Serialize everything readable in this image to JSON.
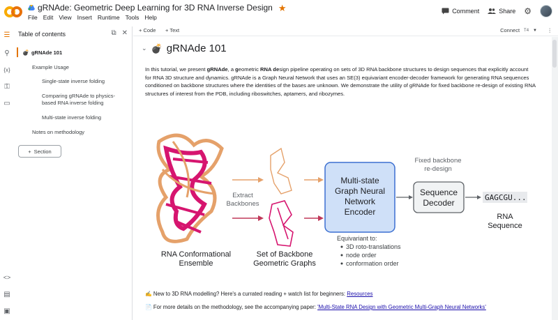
{
  "header": {
    "doc_title": "gRNAde: Geometric Deep Learning for 3D RNA Inverse Design",
    "menu": [
      "File",
      "Edit",
      "View",
      "Insert",
      "Runtime",
      "Tools",
      "Help"
    ],
    "comment_label": "Comment",
    "share_label": "Share"
  },
  "toc": {
    "title": "Table of contents",
    "items": [
      "gRNAde 101",
      "Example Usage",
      "Single-state inverse folding",
      "Comparing gRNAde to physics-",
      "based RNA inverse folding",
      "Multi-state inverse folding",
      "Notes on methodology"
    ],
    "section_button": "Section"
  },
  "toolbar": {
    "add_code": "+ Code",
    "add_text": "+ Text",
    "connect": "Connect",
    "runtime": "T4"
  },
  "notebook": {
    "heading": "gRNAde 101",
    "para": {
      "t1": "In this tutorial, we present ",
      "b1": "gRNAde",
      "t2": ", a ",
      "b2": "g",
      "t3": "eometric ",
      "b3": "RNA de",
      "t4": "sign pipeline operating on sets of 3D RNA backbone structures to design sequences that explicitly account for RNA 3D structure and dynamics. gRNAde is a Graph Neural Network that uses an SE(3) equivariant encoder-decoder framework for generating RNA sequences conditioned on backbone structures where the identities of the bases are unknown. We demonstrate the utility of gRNAde for fixed backbone re-design of existing RNA structures of interest from the PDB, including riboswitches, aptamers, and ribozymes."
    },
    "note1_prefix": "New to 3D RNA modelling? Here's a currated reading + watch list for beginners: ",
    "note1_link": "Resources",
    "note2_prefix": "For more details on the methodology, see the accompanying paper: ",
    "note2_link": "'Multi-State RNA Design with Geometric Multi-Graph Neural Networks'"
  },
  "figure": {
    "label_rna": "RNA Conformational",
    "label_rna2": "Ensemble",
    "label_extract": "Extract",
    "label_extract2": "Backbones",
    "label_set": "Set of Backbone",
    "label_set2": "Geometric Graphs",
    "encoder_lines": [
      "Multi-state",
      "Graph Neural",
      "Network",
      "Encoder"
    ],
    "fixed_backbone": "Fixed backbone",
    "fixed_backbone2": "re-design",
    "decoder_lines": [
      "Sequence",
      "Decoder"
    ],
    "sequence": "GAGCGU...",
    "rna_seq": "RNA",
    "rna_seq2": "Sequence",
    "equivariant_title": "Equivariant to:",
    "equivariant_items": [
      "3D roto-translations",
      "node order",
      "conformation order"
    ]
  },
  "colors": {
    "accent_orange": "#e37400",
    "encoder_fill": "#cfe0f8",
    "encoder_stroke": "#3b6fd1",
    "magenta": "#d6156f",
    "tan": "#e5a16a"
  }
}
